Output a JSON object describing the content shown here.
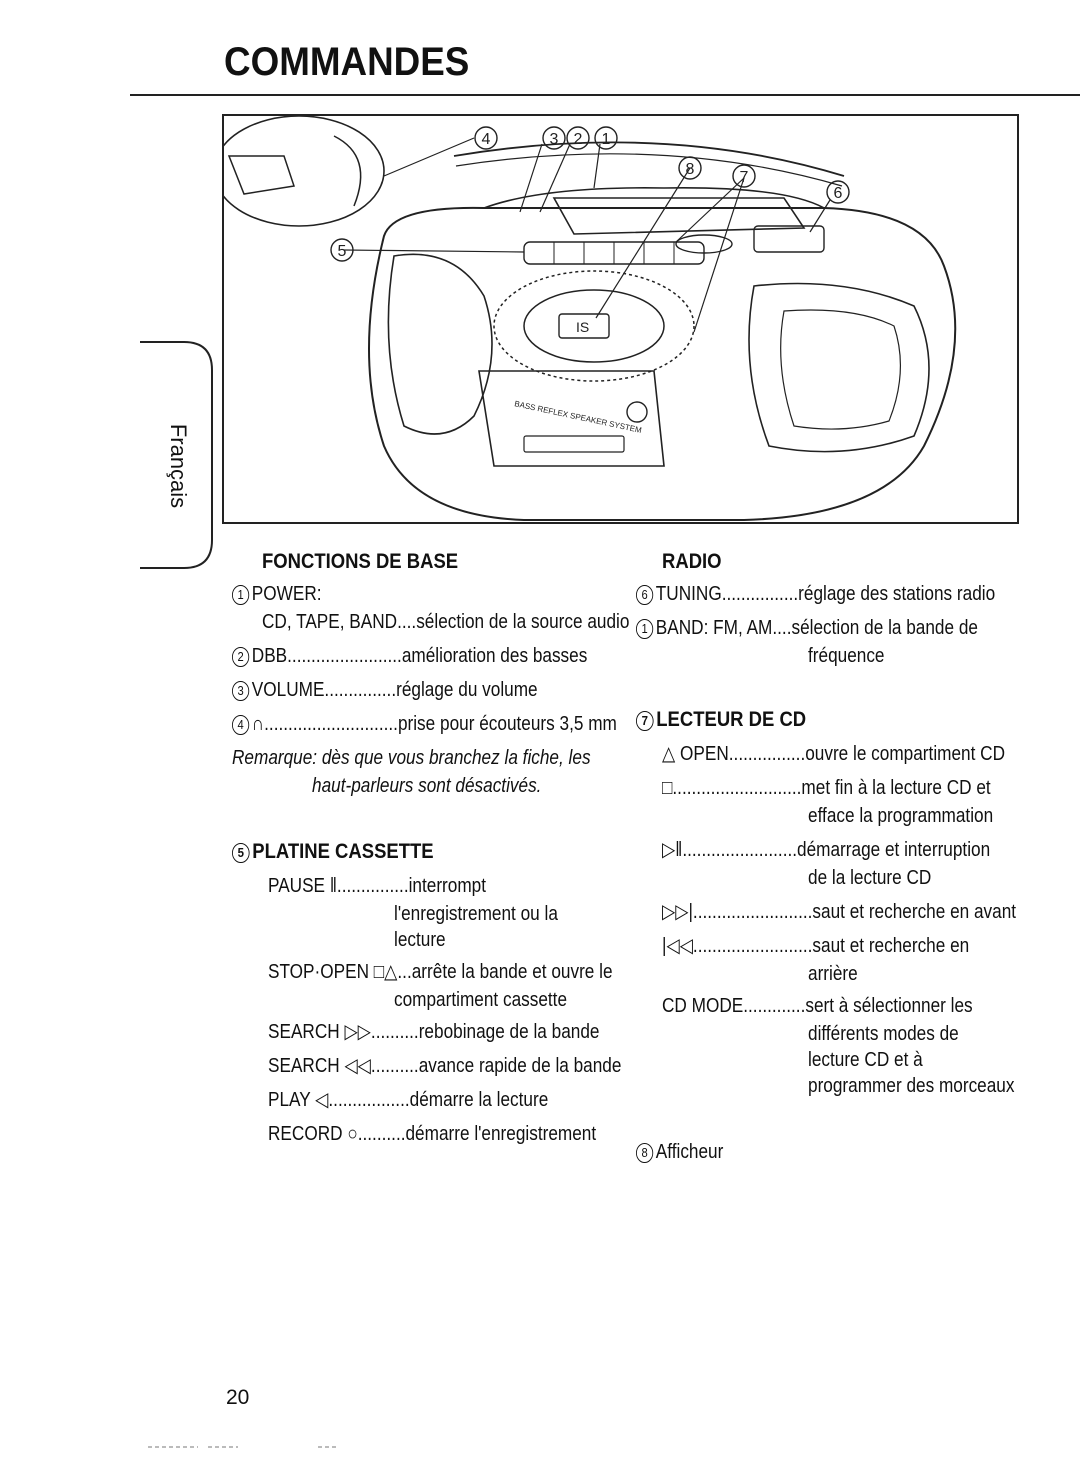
{
  "page": {
    "title": "COMMANDES",
    "side_tab_label": "Français",
    "page_number": "20"
  },
  "figure": {
    "callouts": [
      "1",
      "2",
      "3",
      "4",
      "5",
      "6",
      "7",
      "8"
    ],
    "panel_labels": [
      "IS"
    ],
    "speaker_text": "BASS REFLEX SPEAKER SYSTEM"
  },
  "left": {
    "fonctions_heading": "FONCTIONS DE BASE",
    "power_num": "1",
    "power_label": "POWER:",
    "cdtape_label": "CD, TAPE, BAND",
    "cdtape_desc": "....sélection de la source audio",
    "dbb_num": "2",
    "dbb_label": "DBB",
    "dbb_desc": "........................amélioration des basses",
    "volume_num": "3",
    "volume_label": "VOLUME",
    "volume_desc": "...............réglage du volume",
    "phones_num": "4",
    "phones_label": "∩",
    "phones_desc": "............................prise pour écouteurs 3,5 mm",
    "remarque_line1": "Remarque: dès que vous branchez la fiche, les",
    "remarque_line2": "haut-parleurs sont désactivés.",
    "platine_num": "5",
    "platine_heading": "PLATINE CASSETTE",
    "pause_label": "PAUSE ‖",
    "pause_desc": "...............interrompt",
    "pause_desc2": "l'enregistrement ou la",
    "pause_desc3": "lecture",
    "stop_label": "STOP·OPEN □△",
    "stop_desc": "...arrête la bande et ouvre le",
    "stop_desc2": "compartiment cassette",
    "search1_label": "SEARCH ▷▷",
    "search1_desc": "..........rebobinage de la bande",
    "search2_label": "SEARCH ◁◁",
    "search2_desc": "..........avance rapide de la bande",
    "play_label": "PLAY ◁",
    "play_desc": ".................démarre la lecture",
    "record_label": "RECORD ○",
    "record_desc": "..........démarre l'enregistrement"
  },
  "right": {
    "radio_heading": "RADIO",
    "tuning_num": "6",
    "tuning_label": "TUNING",
    "tuning_desc": "................réglage des stations radio",
    "band_num": "1",
    "band_label": "BAND: FM, AM",
    "band_desc": "....sélection de la bande de",
    "band_desc2": "fréquence",
    "lecteur_num": "7",
    "lecteur_heading": "LECTEUR DE CD",
    "open_label": "△ OPEN",
    "open_desc": "................ouvre le compartiment CD",
    "stop_label": "□",
    "stop_desc": "...........................met fin à la lecture CD et",
    "stop_desc2": "efface la programmation",
    "playpause_label": "▷‖",
    "playpause_desc": "........................démarrage et interruption",
    "playpause_desc2": "de la lecture CD",
    "next_label": "▷▷|",
    "next_desc": ".........................saut et recherche en avant",
    "prev_label": "|◁◁",
    "prev_desc": ".........................saut et recherche en",
    "prev_desc2": "arrière",
    "cdmode_label": "CD MODE",
    "cdmode_desc": ".............sert à sélectionner les",
    "cdmode_desc2": "différents modes de",
    "cdmode_desc3": "lecture CD et à",
    "cdmode_desc4": "programmer des morceaux",
    "afficheur_num": "8",
    "afficheur_label": "Afficheur"
  }
}
